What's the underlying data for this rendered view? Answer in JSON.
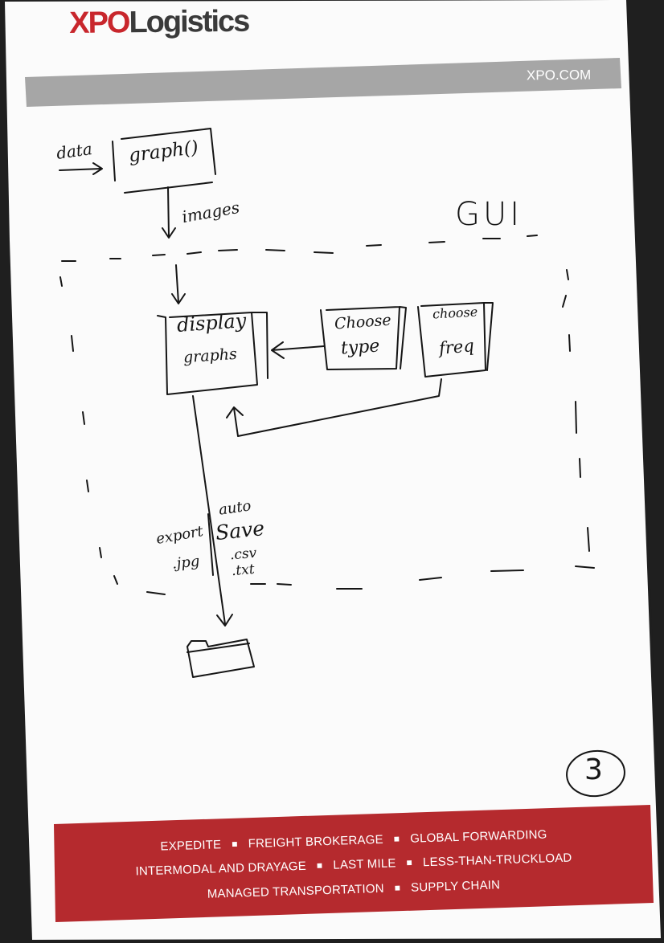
{
  "header": {
    "logo_xpo": "XPO",
    "logo_logistics": "Logistics",
    "url": "XPO.COM"
  },
  "sketch": {
    "input_label": "data",
    "function_box": "graph()",
    "images_label": "images",
    "gui_label": "GUI",
    "display_line1": "display",
    "display_line2": "graphs",
    "choose_type_line1": "Choose",
    "choose_type_line2": "type",
    "choose_freq_line1": "choose",
    "choose_freq_line2": "freq",
    "export_label": "export",
    "export_format": ".jpg",
    "autosave_line1": "auto",
    "autosave_line2": "Save",
    "autosave_format1": ".csv",
    "autosave_format2": ".txt",
    "page_number": "3"
  },
  "footer": {
    "row1": [
      "EXPEDITE",
      "FREIGHT BROKERAGE",
      "GLOBAL FORWARDING"
    ],
    "row2": [
      "INTERMODAL AND DRAYAGE",
      "LAST MILE",
      "LESS-THAN-TRUCKLOAD"
    ],
    "row3": [
      "MANAGED TRANSPORTATION",
      "SUPPLY CHAIN"
    ],
    "separator": "■"
  },
  "colors": {
    "brand_red": "#c8262c",
    "header_bar_gray": "#a6a6a6",
    "footer_red": "#b52a2e",
    "ink": "#151515"
  }
}
